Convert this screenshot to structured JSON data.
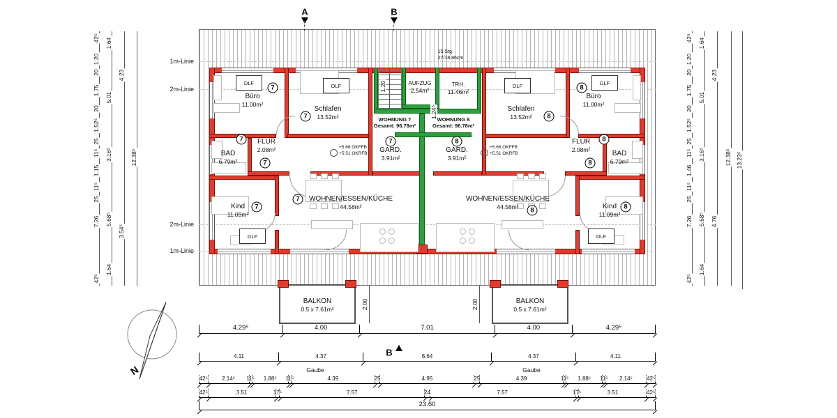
{
  "labels": {
    "linie1m": "1m-Linie",
    "linie2m": "2m-Linie",
    "gaube": "Gaube",
    "north": "N",
    "section_a": "A",
    "section_b": "B",
    "dlf": "DLF",
    "balkon": "BALKON",
    "balkon_size": "0.5 x 7.61m²",
    "okffb": "+5.66 OKFFB",
    "okrfb": "+5.51 OKRFB",
    "stg_line1": "15 Stg.",
    "stg_line2": "27/18.86cm",
    "aufzug": "AUFZUG",
    "aufzug_area": "2.54m²",
    "trh": "TRH.",
    "trh_area": "11.46m²",
    "gard": "GARD.",
    "gard_area": "3.91m²"
  },
  "apt7": {
    "num": "7",
    "name": "WOHNUNG 7",
    "gesamt": "Gesamt: 96.78m²",
    "buero": "Büro",
    "buero_area": "11.00m²",
    "schlafen": "Schlafen",
    "schlafen_area": "13.52m²",
    "flur": "FLUR",
    "flur_area": "2.08m²",
    "bad": "BAD",
    "bad_area": "6.79m²",
    "kind": "Kind",
    "kind_area": "11.09m²",
    "wek": "WOHNEN/ESSEN/KÜCHE",
    "wek_area": "44.58m²"
  },
  "apt8": {
    "num": "8",
    "name": "WOHNUNG 8",
    "gesamt": "Gesamt: 96.78m²",
    "buero": "Büro",
    "buero_area": "11.00m²",
    "schlafen": "Schlafen",
    "schlafen_area": "13.52m²",
    "flur": "FLUR",
    "flur_area": "2.08m²",
    "bad": "BAD",
    "bad_area": "6.79m²",
    "kind": "Kind",
    "kind_area": "11.09m²",
    "wek": "WOHNEN/ESSEN/KÜCHE",
    "wek_area": "44.58m²"
  },
  "dims": {
    "row1": [
      "4.29⁵",
      "4.00",
      "7.01",
      "4.00",
      "4.29⁵"
    ],
    "row2": [
      "4.11",
      "4.37",
      "6.64",
      "4.37",
      "4.11"
    ],
    "row3": [
      "42⁵",
      "2.14⁵",
      "11⁵",
      "1.88⁵",
      "11⁵",
      "4.39",
      "25",
      "4.95",
      "25",
      "4.39",
      "11⁵",
      "1.88⁵",
      "11⁵",
      "2.14⁵",
      "42⁵"
    ],
    "row4": [
      "42⁵",
      "3.51",
      "17⁵",
      "7.57",
      "24",
      "7.57",
      "17⁵",
      "3.51",
      "42⁵"
    ],
    "total": "23.60",
    "stair_width": "1.20",
    "core_depth": "1.24⁵",
    "balcony_depth": "2.00",
    "left": [
      "42⁵",
      "1.20",
      "20",
      "1.75",
      "20",
      "1.52⁵",
      "25",
      "11⁵",
      "1.15",
      "11⁵",
      "25",
      "7.26",
      "42⁵",
      "1.64",
      "5.01",
      "3.16⁵",
      "5.68⁵",
      "1.64",
      "4.23",
      "3.54⁵",
      "12.38⁵"
    ],
    "right": [
      "42⁵",
      "1.20",
      "20",
      "1.75",
      "20",
      "1.52⁵",
      "25",
      "11⁵",
      "1.46",
      "11⁵",
      "25",
      "7.26",
      "42⁵",
      "1.64",
      "5.01",
      "3.16⁵",
      "5.68⁵",
      "1.64",
      "4.23",
      "4.76",
      "12.38⁵",
      "13.23⁵"
    ]
  }
}
